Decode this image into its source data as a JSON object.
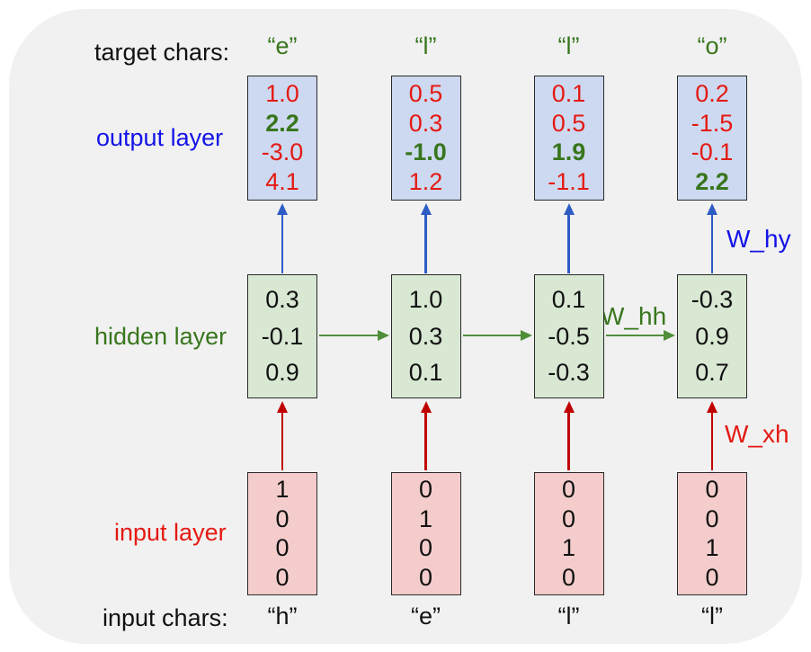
{
  "labels": {
    "target_chars": "target chars:",
    "output_layer": "output layer",
    "hidden_layer": "hidden layer",
    "input_layer": "input layer",
    "input_chars": "input chars:"
  },
  "weights": {
    "w_hy": "W_hy",
    "w_hh": "W_hh",
    "w_xh": "W_xh"
  },
  "colors": {
    "red_text": "#e41a13",
    "green_text": "#38761d",
    "blue_text": "#1313e8",
    "black_text": "#111111",
    "red_arrow": "#c00000",
    "green_arrow": "#4f8f3a",
    "blue_arrow": "#2e5cc5",
    "output_box_fill": "#cdd9f0",
    "hidden_box_fill": "#d8e8d3",
    "input_box_fill": "#f4cccc",
    "box_border": "#2a2a2a",
    "panel_bg": "#f1f1f1"
  },
  "columns": [
    {
      "target_char": "“e”",
      "output_values": [
        "1.0",
        "2.2",
        "-3.0",
        "4.1"
      ],
      "output_highlight": 1,
      "hidden_values": [
        "0.3",
        "-0.1",
        "0.9"
      ],
      "input_values": [
        "1",
        "0",
        "0",
        "0"
      ],
      "input_char": "“h”"
    },
    {
      "target_char": "“l”",
      "output_values": [
        "0.5",
        "0.3",
        "-1.0",
        "1.2"
      ],
      "output_highlight": 2,
      "hidden_values": [
        "1.0",
        "0.3",
        "0.1"
      ],
      "input_values": [
        "0",
        "1",
        "0",
        "0"
      ],
      "input_char": "“e”"
    },
    {
      "target_char": "“l”",
      "output_values": [
        "0.1",
        "0.5",
        "1.9",
        "-1.1"
      ],
      "output_highlight": 2,
      "hidden_values": [
        "0.1",
        "-0.5",
        "-0.3"
      ],
      "input_values": [
        "0",
        "0",
        "1",
        "0"
      ],
      "input_char": "“l”"
    },
    {
      "target_char": "“o”",
      "output_values": [
        "0.2",
        "-1.5",
        "-0.1",
        "2.2"
      ],
      "output_highlight": 3,
      "hidden_values": [
        "-0.3",
        "0.9",
        "0.7"
      ],
      "input_values": [
        "0",
        "0",
        "1",
        "0"
      ],
      "input_char": "“l”"
    }
  ]
}
